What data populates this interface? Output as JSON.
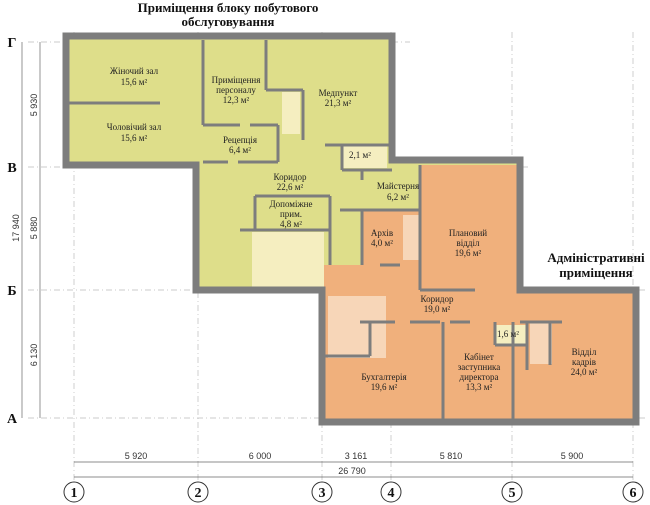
{
  "titles": {
    "service_block": [
      "Приміщення блоку побутового",
      "обслуговування"
    ],
    "admin_block": [
      "Адміністративні",
      "приміщення"
    ]
  },
  "colors": {
    "service": "#dede8a",
    "admin": "#f0b07c",
    "stairs": "#f5eec0",
    "admin_stairs": "#f7d6b8",
    "wall": "#7d7d7d"
  },
  "rooms": {
    "women_hall": [
      "Жіночий зал",
      "15,6 м²"
    ],
    "men_hall": [
      "Чоловічий зал",
      "15,6 м²"
    ],
    "staff_room": [
      "Приміщення",
      "персоналу",
      "12,3 м²"
    ],
    "medical": [
      "Медпункт",
      "21,3 м²"
    ],
    "reception": [
      "Рецепція",
      "6,4 м²"
    ],
    "wc_top": [
      "2,1 м²"
    ],
    "corridor_top": [
      "Коридор",
      "22,6 м²"
    ],
    "workshop": [
      "Майстерня",
      "6,2 м²"
    ],
    "auxiliary": [
      "Допоміжне",
      "прим.",
      "4,8 м²"
    ],
    "archive": [
      "Архів",
      "4,0 м²"
    ],
    "planning": [
      "Плановий",
      "відділ",
      "19,6 м²"
    ],
    "corridor_admin": [
      "Коридор",
      "19,0 м²"
    ],
    "accounting": [
      "Бухгалтерія",
      "19,6 м²"
    ],
    "wc_admin": [
      "1,6 м²"
    ],
    "deputy": [
      "Кабінет",
      "заступника",
      "директора",
      "13,3 м²"
    ],
    "hr": [
      "Відділ",
      "кадрів",
      "24,0 м²"
    ]
  },
  "axes": {
    "rows": [
      "Г",
      "В",
      "Б",
      "А"
    ],
    "columns": [
      "1",
      "2",
      "3",
      "4",
      "5",
      "6"
    ]
  },
  "dimensions": {
    "left": [
      "5 930",
      "5 880",
      "6 130"
    ],
    "left_total": "17 940",
    "bottom": [
      "5 920",
      "6 000",
      "3 161",
      "5 810",
      "5 900"
    ],
    "bottom_total": "26 790"
  }
}
